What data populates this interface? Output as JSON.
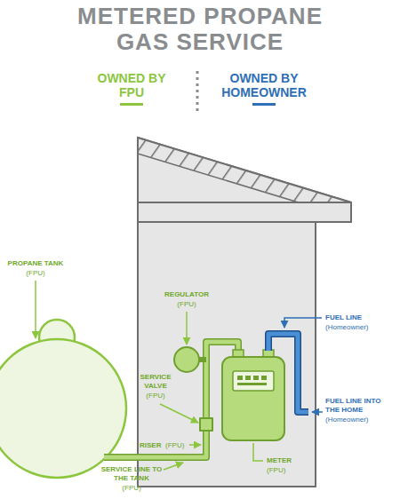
{
  "diagram": {
    "title": "METERED PROPANE GAS SERVICE",
    "labels": [
      "PROPANE TANK",
      "(FPU)",
      "REGULATOR",
      "(FPU)",
      "SERVICE VALVE",
      "(FPU)",
      "FUEL LINE",
      "(Homeowner)",
      "FUEL LINE INTO THE HOME",
      "(Homeowner)",
      "RISER",
      "(FPU)",
      "METER",
      "(FPU)",
      "SERVICE LINE TO THE TANK",
      "(FPU)"
    ],
    "legend": [
      {
        "text": "OWNED BY FPU",
        "color": "#8cc63f"
      },
      {
        "text": "OWNED BY HOMEOWNER",
        "color": "#2e6fb5"
      }
    ]
  }
}
